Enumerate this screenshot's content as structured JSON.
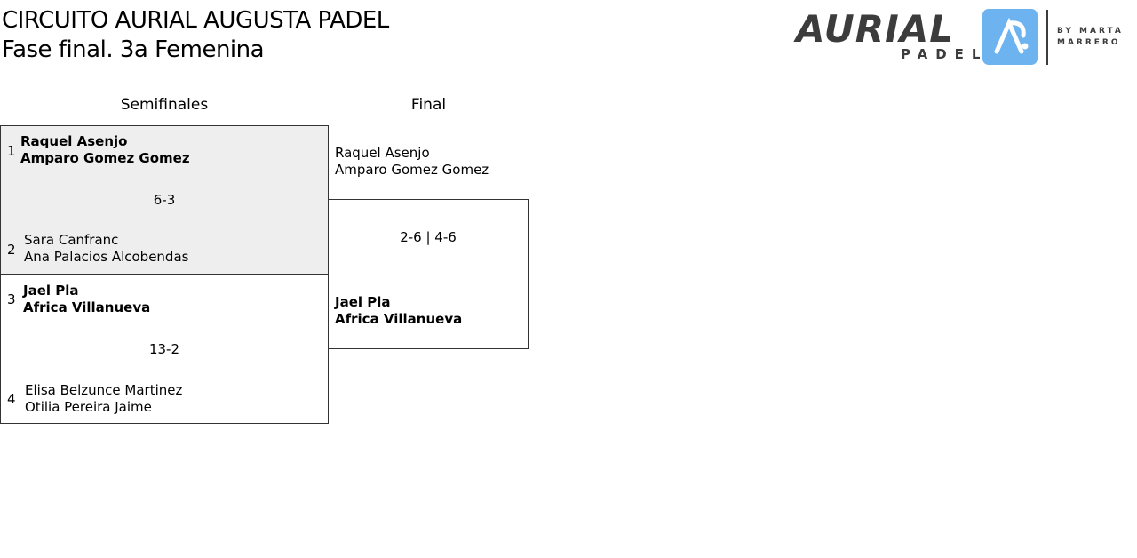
{
  "header": {
    "title": "CIRCUITO AURIAL AUGUSTA PADEL",
    "subtitle": "Fase final. 3a Femenina"
  },
  "logo": {
    "brand": "AURIAL",
    "sub": "PADEL",
    "by": "BY MARTA MARRERO",
    "accent": "#6db3ef"
  },
  "rounds": [
    "Semifinales",
    "Final"
  ],
  "semifinals": [
    {
      "score": "6-3",
      "top": {
        "seed": "1",
        "p1": "Raquel Asenjo",
        "p2": "Amparo Gomez Gomez"
      },
      "bottom": {
        "seed": "2",
        "p1": "Sara Canfranc",
        "p2": "Ana Palacios Alcobendas"
      }
    },
    {
      "score": "13-2",
      "top": {
        "seed": "3",
        "p1": "Jael Pla",
        "p2": "Africa Villanueva"
      },
      "bottom": {
        "seed": "4",
        "p1": "Elisa Belzunce Martinez",
        "p2": "Otilia Pereira Jaime"
      }
    }
  ],
  "final": {
    "score": "2-6 | 4-6",
    "top": {
      "p1": "Raquel Asenjo",
      "p2": "Amparo Gomez Gomez"
    },
    "bottom": {
      "p1": "Jael Pla",
      "p2": "Africa Villanueva"
    }
  }
}
